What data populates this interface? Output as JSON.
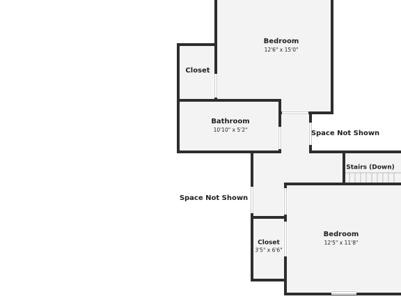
{
  "rooms": [
    {
      "name": "Bedroom",
      "dims": "12'6\" x 15'0\""
    },
    {
      "name": "Closet",
      "dims": ""
    },
    {
      "name": "Bathroom",
      "dims": "10'10\" x 5'2\""
    },
    {
      "name": "Space Not Shown",
      "dims": ""
    },
    {
      "name": "Stairs (Down)",
      "dims": ""
    },
    {
      "name": "Space Not Shown",
      "dims": ""
    },
    {
      "name": "Closet",
      "dims": "3'5\" x 6'6\""
    },
    {
      "name": "Bedroom",
      "dims": "12'5\" x 11'8\""
    }
  ],
  "colors": {
    "wall": "#2d2d2d",
    "floor": "#f3f3f3",
    "background": "#ffffff"
  }
}
